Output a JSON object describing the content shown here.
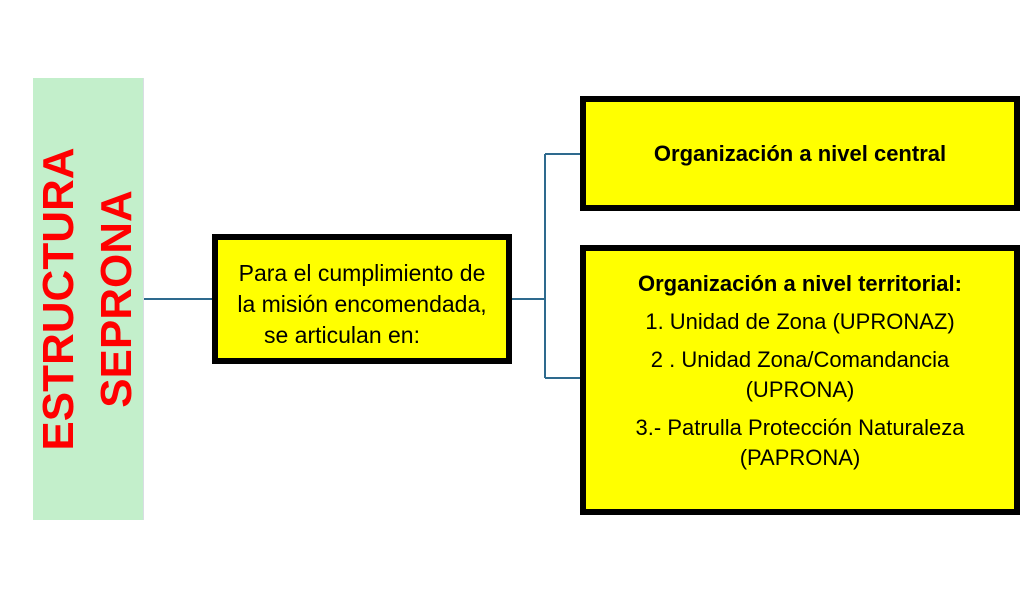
{
  "root": {
    "line1": "ESTRUCTURA",
    "line2": "SEPRONA",
    "bg_color": "#c3efcb",
    "text_color": "#ff0000"
  },
  "middle": {
    "line1": "Para el cumplimiento de",
    "line2": "la misión encomendada,",
    "line3": "se articulan en:"
  },
  "branches": {
    "central": {
      "title": "Organización a nivel central"
    },
    "territorial": {
      "title": "Organización a nivel territorial:",
      "items": [
        "1. Unidad de Zona (UPRONAZ)",
        "2 . Unidad Zona/Comandancia (UPRONA)",
        "3.- Patrulla Protección Naturaleza (PAPRONA)"
      ]
    }
  },
  "colors": {
    "box_fill": "#ffff00",
    "box_border": "#000000",
    "connector": "#2e6a8e"
  }
}
